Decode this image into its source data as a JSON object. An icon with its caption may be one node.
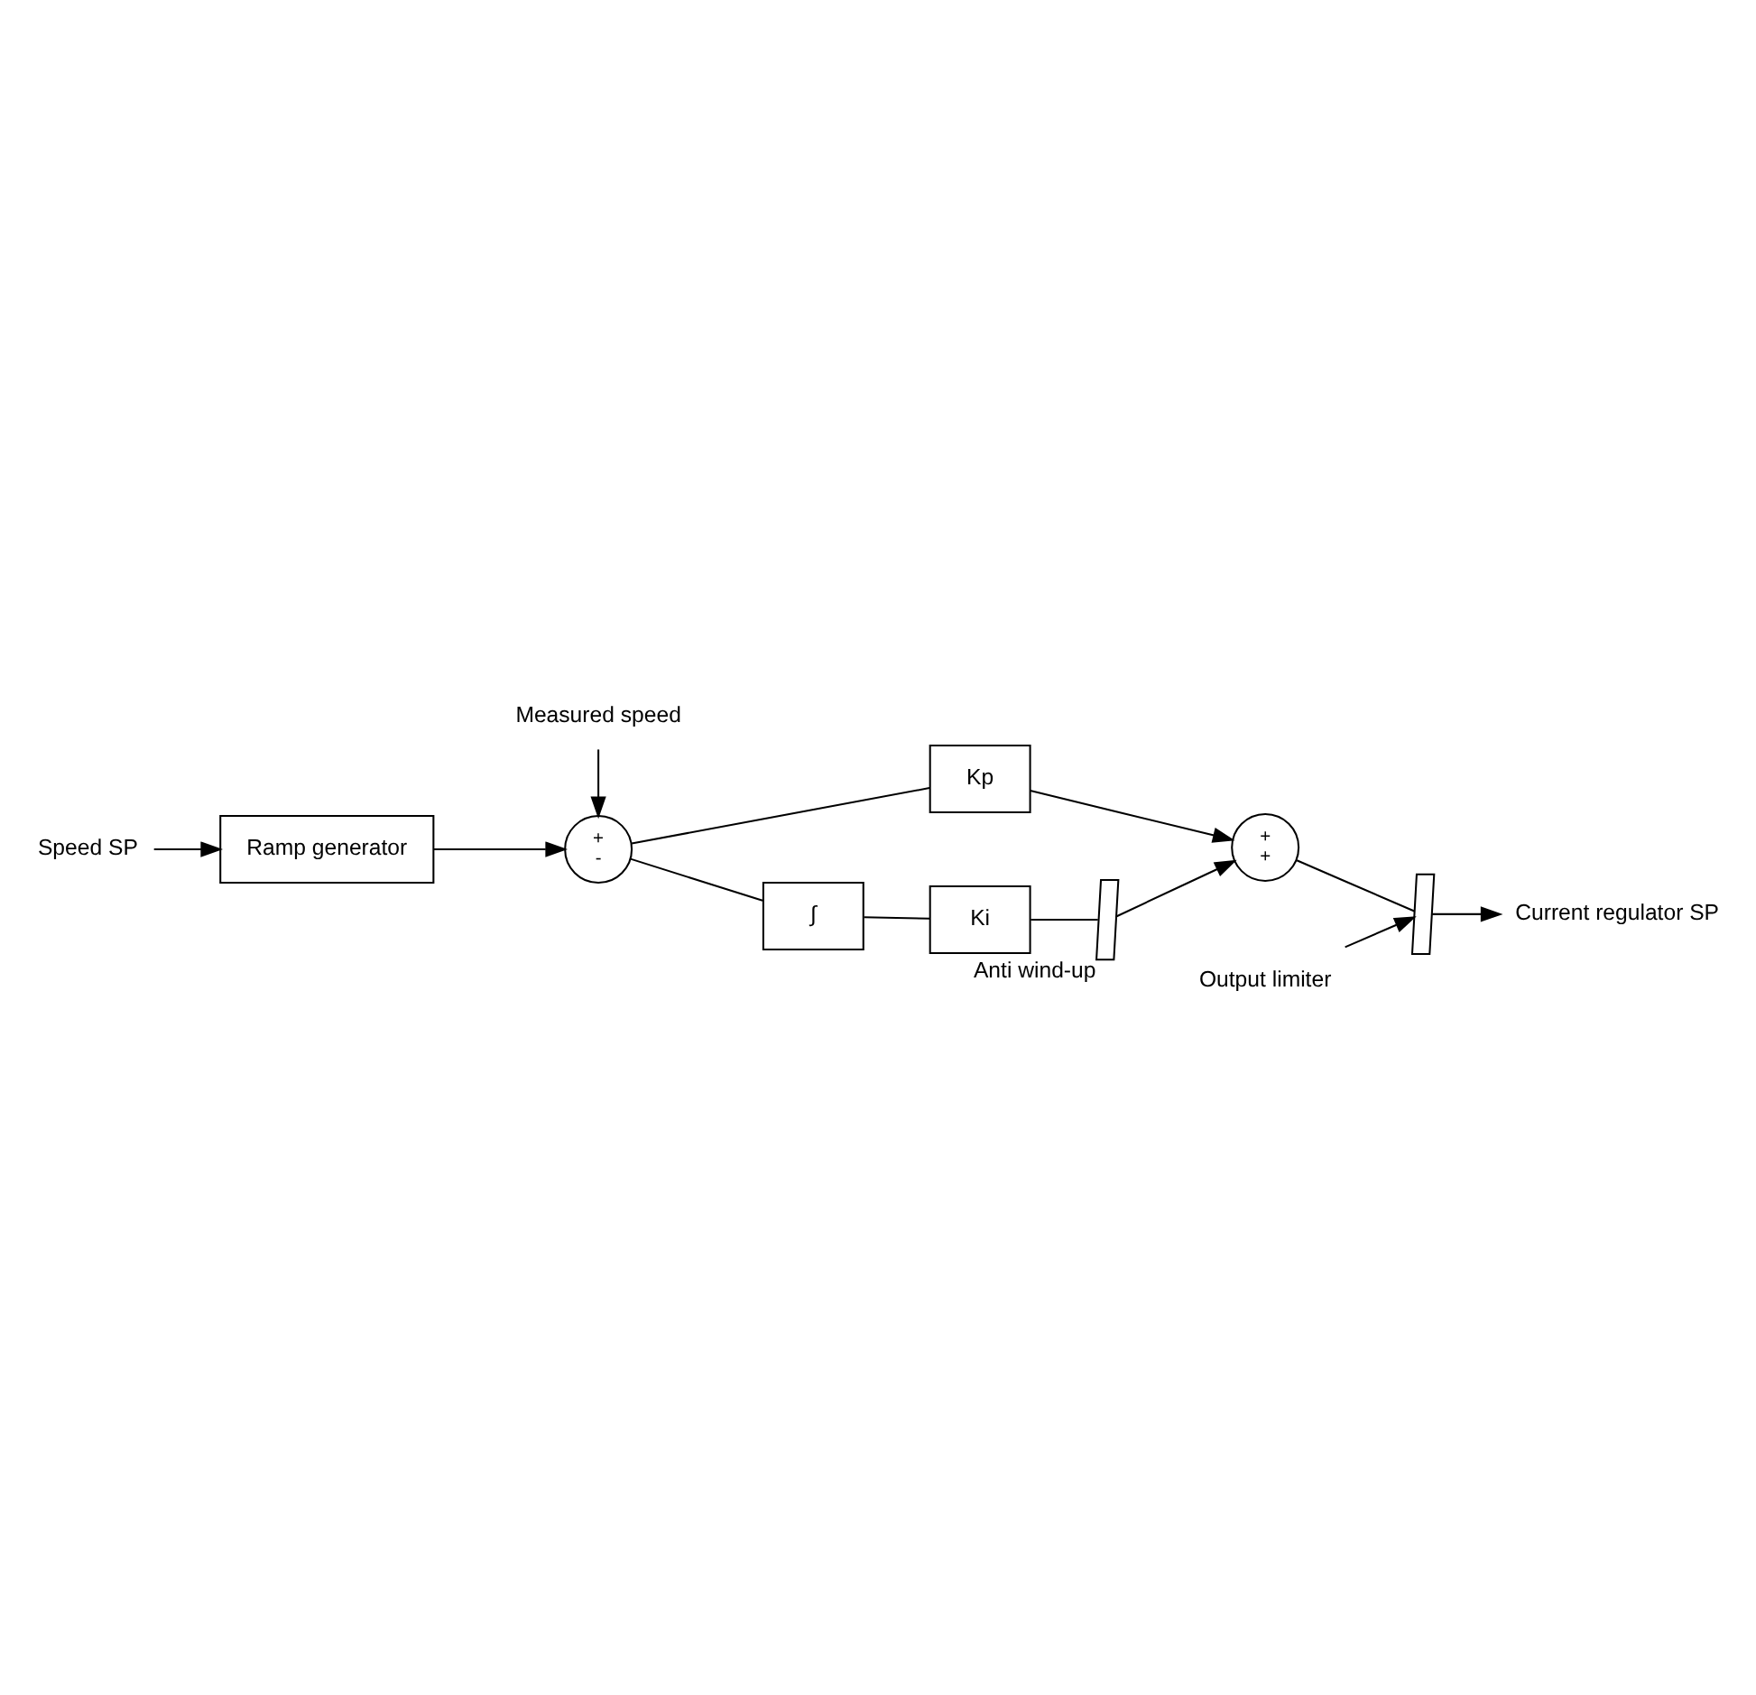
{
  "diagram": {
    "nodes": [
      {
        "text": [
          "Speed SP"
        ]
      },
      {
        "text": [
          "Ramp generator"
        ]
      },
      {
        "text": [
          "+",
          "-"
        ]
      },
      {
        "text": [
          "Measured speed"
        ]
      },
      {
        "text": [
          "Kp"
        ]
      },
      {
        "text": [
          "∫"
        ]
      },
      {
        "text": [
          "Ki"
        ]
      },
      {
        "text": [
          "+",
          "+"
        ]
      },
      {
        "text": [],
        "shape": "saturation",
        "beside": [
          "Anti wind-up"
        ]
      },
      {
        "text": [],
        "shape": "saturation"
      },
      {
        "text": [
          "Output limiter"
        ]
      },
      {
        "text": [
          "Current regulator SP"
        ]
      }
    ],
    "edges": [
      {
        "from": 0,
        "to": 1,
        "arrow": "to"
      },
      {
        "from": 1,
        "to": 2,
        "arrow": "to"
      },
      {
        "from": 3,
        "to": 2,
        "arrow": "to"
      },
      {
        "from": 2,
        "to": 4,
        "arrow": "none"
      },
      {
        "from": 2,
        "to": 5,
        "arrow": "none"
      },
      {
        "from": 5,
        "to": 6,
        "arrow": "none"
      },
      {
        "from": 6,
        "to": 8,
        "arrow": "none"
      },
      {
        "from": 8,
        "to": 7,
        "arrow": "to"
      },
      {
        "from": 4,
        "to": 7,
        "arrow": "to"
      },
      {
        "from": 7,
        "to": 9,
        "arrow": "none"
      },
      {
        "from": 9,
        "to": 11,
        "arrow": "to"
      },
      {
        "from": 10,
        "to": 9,
        "arrow": "to"
      }
    ]
  }
}
